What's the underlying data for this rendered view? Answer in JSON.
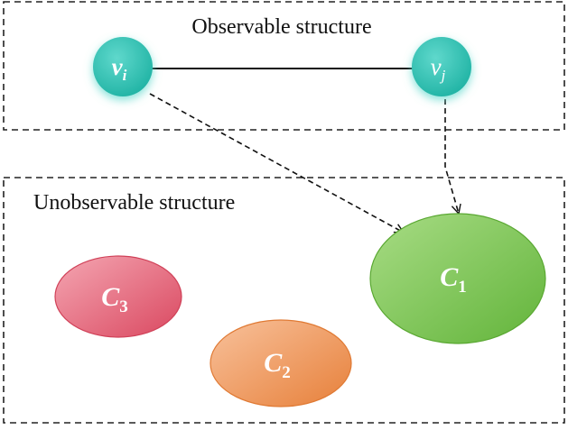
{
  "regions": {
    "observable": {
      "title": "Observable structure"
    },
    "unobservable": {
      "title": "Unobservable structure"
    }
  },
  "nodes": {
    "vi": {
      "main": "v",
      "sub": "i"
    },
    "vj": {
      "main": "v",
      "sub": "j"
    }
  },
  "clusters": {
    "c1": {
      "main": "C",
      "sub": "1",
      "color_light": "#9fd87a",
      "color_dark": "#5fb53a"
    },
    "c2": {
      "main": "C",
      "sub": "2",
      "color_light": "#f6b78a",
      "color_dark": "#e8823e"
    },
    "c3": {
      "main": "C",
      "sub": "3",
      "color_light": "#f29aa8",
      "color_dark": "#dc4a62"
    }
  },
  "colors": {
    "node_fill": "#2fc3b4",
    "node_glow": "#7fe0d6",
    "border": "#222222"
  }
}
